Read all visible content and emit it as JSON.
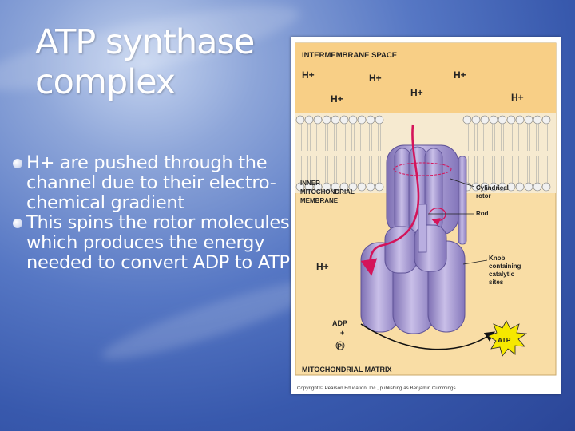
{
  "slide": {
    "title_lines": [
      "ATP synthase",
      "complex"
    ],
    "bullets": [
      "H+ are pushed through the channel due to their electro-chemical gradient",
      "This spins the rotor molecules which produces the energy needed to convert ADP to ATP"
    ]
  },
  "figure": {
    "intermembrane_label": "INTERMEMBRANE SPACE",
    "matrix_label": "MITOCHONDRIAL MATRIX",
    "membrane_label_lines": [
      "INNER",
      "MITOCHONDRIAL",
      "MEMBRANE"
    ],
    "proton_label": "H+",
    "rotor_label_lines": [
      "Cylindrical",
      "rotor"
    ],
    "rod_label": "Rod",
    "knob_label_lines": [
      "Knob",
      "containing",
      "catalytic",
      "sites"
    ],
    "adp_label": "ADP",
    "plus_label": "+",
    "pi_label": "Pi",
    "atp_label": "ATP",
    "copyright": "Copyright © Pearson Education, Inc., publishing as Benjamin Cummings.",
    "colors": {
      "intermembrane": "#f8cf86",
      "matrix": "#f9dda5",
      "protein": "#a99bd1",
      "arrow": "#d4145a",
      "star": "#f6e800"
    }
  }
}
